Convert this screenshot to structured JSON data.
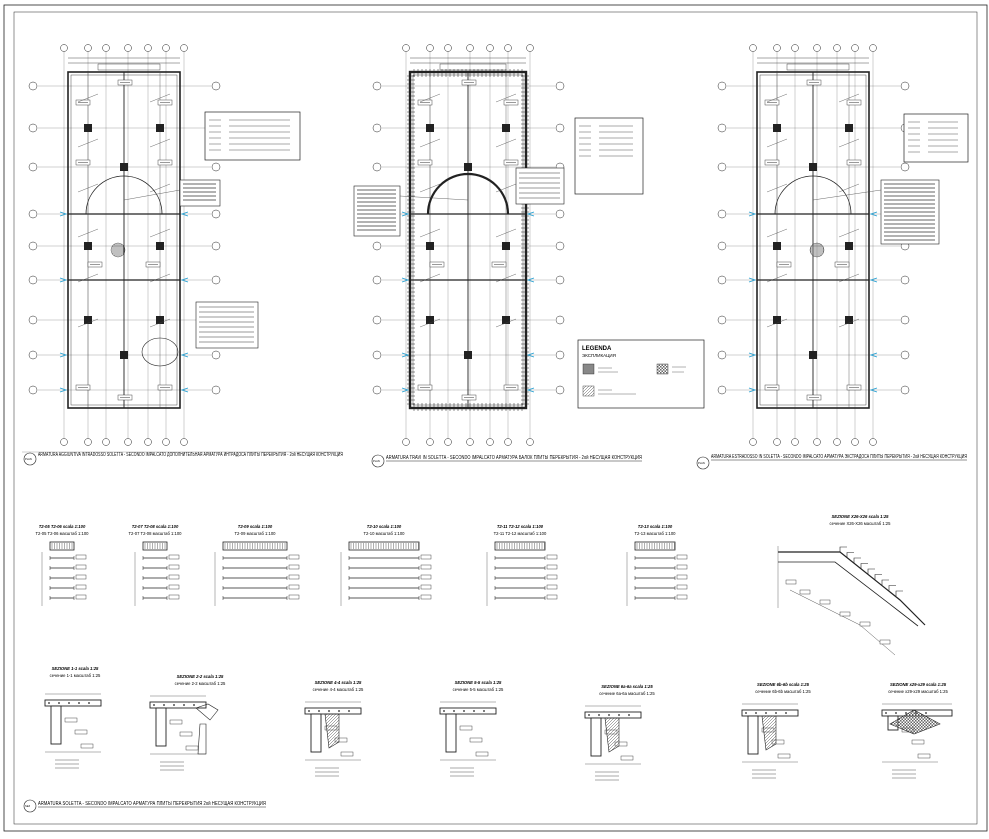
{
  "sheet": {
    "plans": [
      {
        "marker": "PLAN",
        "title": "ARMATURA AGGIUNTIVA INTRADOSSO SOLETTA - SECONDO IMPALCATO  ДОПОЛНИТЕЛЬНАЯ АРМАТУРА ИНТРАДОСА ПЛИТЫ ПЕРЕКРЫТИЯ - 2ой НЕСУЩАЯ КОНСТРУКЦИЯ"
      },
      {
        "marker": "PLAN",
        "title": "ARMATURA TRAVI IN SOLETTA - SECONDO IMPALCATO  АРМАТУРА БАЛОК ПЛИТЫ ПЕРЕКРЫТИЯ - 2ой НЕСУЩАЯ КОНСТРУКЦИЯ"
      },
      {
        "marker": "PLAN",
        "title": "ARMATURA ESTRADOSSO IN SOLETTA - SECONDO IMPALCATO  АРМАТУРА ЭКСТРАДОСА ПЛИТЫ ПЕРЕКРЫТИЯ - 2ой НЕСУЩАЯ КОНСТРУКЦИЯ"
      }
    ],
    "legend": {
      "title": "LEGENDA",
      "subtitle": "ЭКСПЛИКАЦИЯ"
    },
    "beam_sections": [
      {
        "it": "T2-05  T2-06 scala 1:100",
        "ru": "T2-05  T2-06 масштаб 1:100"
      },
      {
        "it": "T2-07  T2-08 scala 1:100",
        "ru": "T2-07  T2-08 масштаб 1:100"
      },
      {
        "it": "T2-09 scala 1:100",
        "ru": "T2-09 масштаб 1:100"
      },
      {
        "it": "T2-10 scala 1:100",
        "ru": "T2-10 масштаб 1:100"
      },
      {
        "it": "T2-11  T2-12 scala 1:100",
        "ru": "T2-11  T2-12 масштаб 1:100"
      },
      {
        "it": "T2-13 scala 1:100",
        "ru": "T2-13 масштаб 1:100"
      },
      {
        "it": "SEZIONE X26-X26 scala 1:25",
        "ru": "сечение X26-X26 масштаб 1:25"
      }
    ],
    "slab_sections": [
      {
        "it": "SEZIONE 1-1 scala 1:25",
        "ru": "сечение 1-1 масштаб 1:25"
      },
      {
        "it": "SEZIONE 2-2 scala 1:25",
        "ru": "сечение 2-2 масштаб 1:25"
      },
      {
        "it": "SEZIONE 4-4 scala 1:25",
        "ru": "сечение 4-4 масштаб 1:25"
      },
      {
        "it": "SEZIONE 5-5 scala 1:25",
        "ru": "сечение 5-5 масштаб 1:25"
      },
      {
        "it": "SEZIONE 6a-6a scala 1:25",
        "ru": "сечение 6a-6a масштаб 1:25"
      },
      {
        "it": "SEZIONE 6b-6b scala 1:25",
        "ru": "сечение 6b-6b масштаб 1:25"
      },
      {
        "it": "SEZIONE x29-x29 scala 1:25",
        "ru": "сечение x29-x29 масштаб 1:25"
      }
    ],
    "bottom_title": {
      "marker": "SEZ",
      "title": "ARMATURA SOLETTA - SECONDO IMPALCATO  АРМАТУРА ПЛИТЫ ПЕРЕКРЫТИЯ 2ой НЕСУЩАЯ КОНСТРУКЦИЯ"
    }
  }
}
